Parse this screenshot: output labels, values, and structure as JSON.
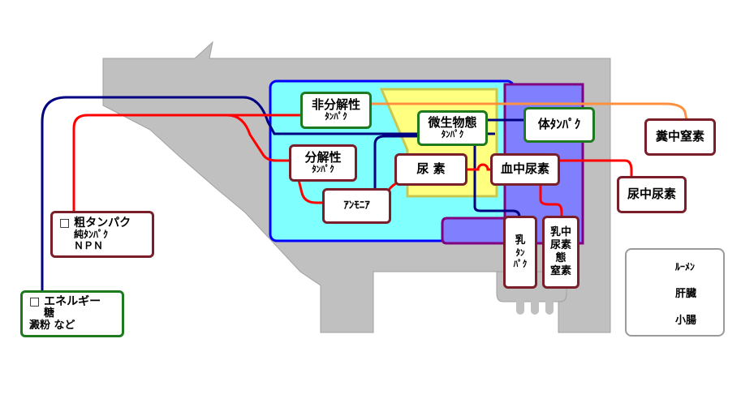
{
  "nodes": {
    "non_degradable": [
      "非分解性",
      "ﾀﾝﾊﾟｸ"
    ],
    "microbial": [
      "微生物態",
      "ﾀﾝﾊﾟｸ"
    ],
    "body_protein": "体ﾀﾝﾊﾟｸ",
    "fecal_n": "糞中窒素",
    "degradable": [
      "分解性",
      "ﾀﾝﾊﾟｸ"
    ],
    "urea": "尿 素",
    "blood_urea": "血中尿素",
    "urine_urea": "尿中尿素",
    "ammonia": "ｱﾝﾓﾆｱ",
    "crude_protein": [
      "□ 粗タンパク",
      "純ﾀﾝﾊﾟｸ",
      "ＮＰＮ"
    ],
    "energy": [
      "□ エネルギー",
      "糖",
      "澱粉 など"
    ],
    "milk_protein": [
      "乳",
      "ﾀﾝ",
      "ﾊﾟｸ"
    ],
    "milk_urea": [
      "乳中",
      "尿素",
      "態",
      "窒素"
    ]
  },
  "legend": {
    "rumen": "ﾙｰﾒﾝ",
    "liver": "肝臓",
    "small_intestine": "小腸"
  },
  "colors": {
    "cow_body": "#c0c0c0",
    "rumen": "#80ffff",
    "liver": "#ffff80",
    "small_intestine": "#8080ff",
    "protein_line": "#ff0000",
    "energy_line": "#000080",
    "fecal_line": "#ff9040"
  }
}
